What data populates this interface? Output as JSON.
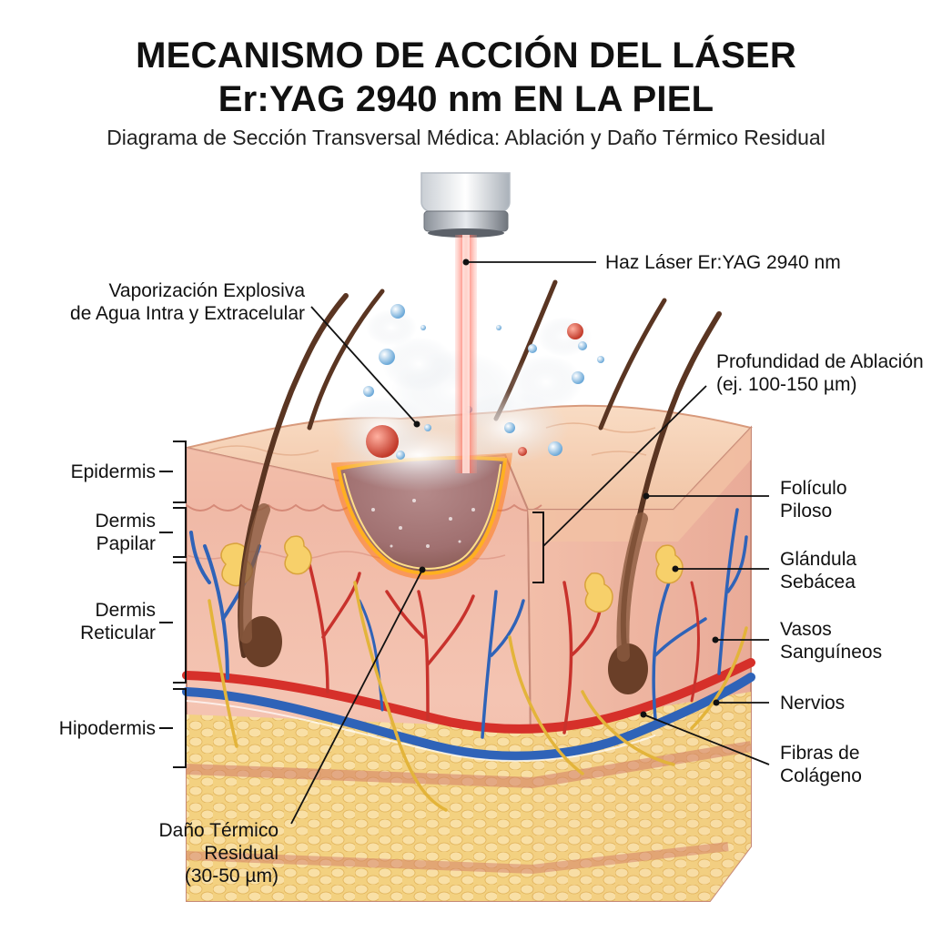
{
  "header": {
    "title_line1": "MECANISMO DE ACCIÓN DEL LÁSER",
    "title_line2": "Er:YAG 2940 nm EN LA PIEL",
    "subtitle": "Diagrama de Sección Transversal Médica: Ablación y Daño Térmico Residual"
  },
  "labels": {
    "beam": "Haz Láser Er:YAG 2940 nm",
    "vapor_l1": "Vaporización Explosiva",
    "vapor_l2": "de Agua Intra y Extracelular",
    "depth_l1": "Profundidad de Ablación",
    "depth_l2": "(ej. 100-150 µm)",
    "epidermis": "Epidermis",
    "papilar_l1": "Dermis",
    "papilar_l2": "Papilar",
    "reticular_l1": "Dermis",
    "reticular_l2": "Reticular",
    "hipodermis": "Hipodermis",
    "foliculo_l1": "Folículo",
    "foliculo_l2": "Piloso",
    "glandula_l1": "Glándula",
    "glandula_l2": "Sebácea",
    "vasos_l1": "Vasos",
    "vasos_l2": "Sanguíneos",
    "nervios": "Nervios",
    "fibras_l1": "Fibras de",
    "fibras_l2": "Colágeno",
    "dano_l1": "Daño Térmico",
    "dano_l2": "Residual",
    "dano_l3": "(30-50 µm)"
  },
  "colors": {
    "epidermis": "#f4c7a6",
    "dermis": "#f2b3a4",
    "hypodermis": "#f5d27a",
    "artery": "#d6302a",
    "vein": "#2f63b8",
    "nerve": "#e3b43a",
    "hair": "#5a3522",
    "beam": "#ff6b5a",
    "burn": "#ff8a1f"
  }
}
